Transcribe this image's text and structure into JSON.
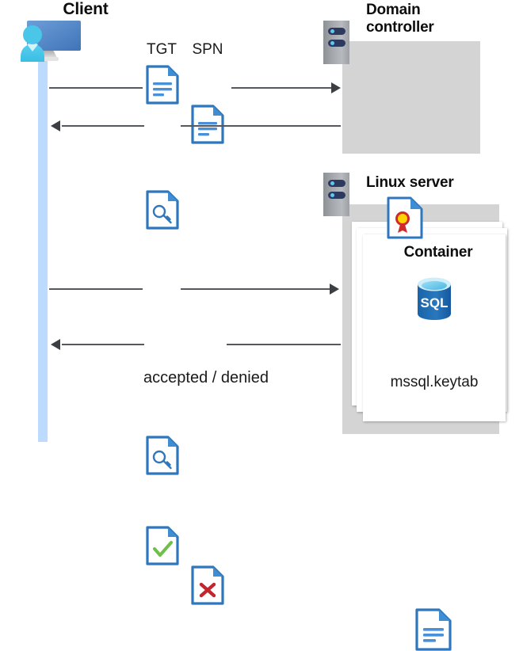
{
  "diagram": {
    "title_client": "Client",
    "title_domain_controller": "Domain\ncontroller",
    "title_domain_controller_line1": "Domain",
    "title_domain_controller_line2": "controller",
    "title_linux_server": "Linux server",
    "title_container": "Container",
    "label_tgt": "TGT",
    "label_spn": "SPN",
    "label_accepted_denied": "accepted / denied",
    "label_keytab": "mssql.keytab",
    "label_sql": "SQL",
    "icons": {
      "client": "client-workstation-icon",
      "server_rack": "server-rack-icon",
      "document": "document-icon",
      "key_document": "key-document-icon",
      "certificate_document": "certificate-document-icon",
      "accepted_document": "check-document-icon",
      "denied_document": "x-document-icon",
      "database": "sql-database-icon"
    },
    "flows": [
      {
        "id": "flow-1",
        "direction": "right",
        "from": "Client",
        "to": "Domain controller",
        "payload": "TGT / SPN"
      },
      {
        "id": "flow-2",
        "direction": "left",
        "from": "Domain controller",
        "to": "Client",
        "payload": "key"
      },
      {
        "id": "flow-3",
        "direction": "right",
        "from": "Client",
        "to": "Linux server",
        "payload": "key"
      },
      {
        "id": "flow-4",
        "direction": "left",
        "from": "Linux server",
        "to": "Client",
        "payload": "accepted / denied"
      }
    ],
    "colors": {
      "lifeline": "#bddbff",
      "panel_gray": "#d4d4d4",
      "icon_blue": "#2e77bc",
      "fold_blue": "#3f8ed4",
      "line_gray": "#55585c",
      "check_green": "#6fbf4b",
      "x_red": "#c1272d",
      "sql_blue": "#1f6fb5",
      "cert_red": "#cf2a2a",
      "cert_yellow": "#ffd400",
      "rack_navy": "#2b3a5e",
      "rack_dot": "#5ec8f5",
      "person_cyan": "#45c6ea",
      "monitor_blue": "#5b8fd0"
    }
  }
}
